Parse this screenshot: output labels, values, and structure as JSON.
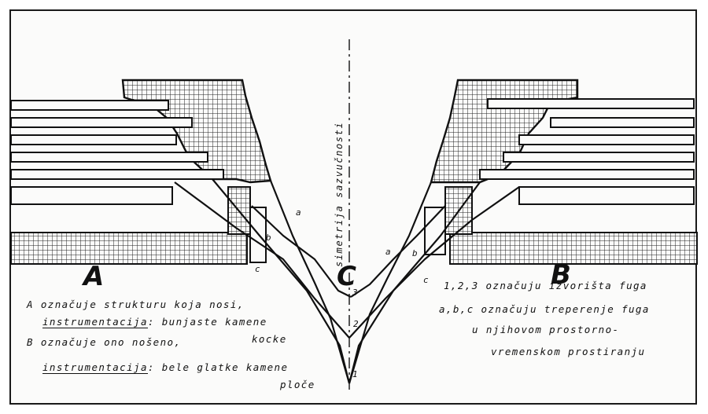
{
  "labels": {
    "A": "A",
    "B": "B",
    "C": "C",
    "symmetry_axis": "simetrija sazvučnosti",
    "line_a_left": "a",
    "line_b_left": "b",
    "line_c_left": "c",
    "line_a_right": "a",
    "line_b_right": "b",
    "line_c_right": "c",
    "point_1": "1",
    "point_2": "2",
    "point_3": "3"
  },
  "notes_left": {
    "a_line1": "A  označuje strukturu koja nosi,",
    "a_line2_underlined": "instrumentacija",
    "a_line2_rest": ": bunjaste kamene",
    "a_line3": "kocke",
    "b_line1": "B  označuje ono nošeno,",
    "b_line2_underlined": "instrumentacija",
    "b_line2_rest": ": bele glatke kamene",
    "b_line3": "ploče"
  },
  "notes_right": {
    "line1": "1,2,3 označuju izvorišta fuga",
    "line2": "a,b,c označuju treperenje fuga",
    "line3": "u njihovom prostorno-",
    "line4": "vremenskom prostiranju"
  },
  "colors": {
    "ink": "#111111",
    "paper": "#fbfbfa"
  }
}
